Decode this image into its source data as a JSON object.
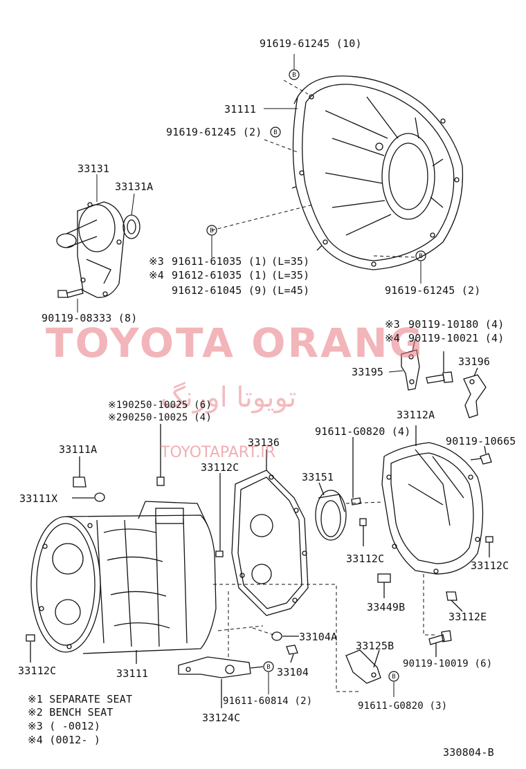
{
  "watermark": {
    "main": "TOYOTA ORANG",
    "persian": "تویوتا اورنگ",
    "url": "TOYOTAPART.IR"
  },
  "labels": {
    "p91619_61245_10": "91619-61245 (10)",
    "p31111": "31111",
    "p91619_61245_2a": "91619-61245 (2)",
    "pB": "B",
    "p33131": "33131",
    "p33131A": "33131A",
    "n3a": "※3",
    "n4a": "※4",
    "p91611_61035": "91611-61035 (1)",
    "p91612_61035": "91612-61035 (1)",
    "p91612_61045": "91612-61045 (9)",
    "l35a": "(L=35)",
    "l35b": "(L=35)",
    "l45": "(L=45)",
    "p91619_61245_2b": "91619-61245 (2)",
    "p90119_08333": "90119-08333 (8)",
    "n3b": "※3",
    "n4b": "※4",
    "p90119_10180": "90119-10180 (4)",
    "p90119_10021": "90119-10021 (4)",
    "p33195": "33195",
    "p33196": "33196",
    "p90250_1": "※190250-10025 (6)",
    "p90250_2": "※290250-10025 (4)",
    "p33112A": "33112A",
    "p91611_G0820_4": "91611-G0820 (4)",
    "p90119_10665": "90119-10665",
    "p33111A": "33111A",
    "p33136": "33136",
    "p33112C_a": "33112C",
    "p33151": "33151",
    "p33111X": "33111X",
    "p33112C_b": "33112C",
    "p33112C_c": "33112C",
    "p33449B": "33449B",
    "p33112E": "33112E",
    "p33104A": "33104A",
    "p33125B": "33125B",
    "p33112C_d": "33112C",
    "p33111": "33111",
    "p33104": "33104",
    "p90119_10019": "90119-10019 (6)",
    "p91611_60814": "91611-60814 (2)",
    "p91611_G0820_3": "91611-G0820 (3)",
    "p33124C": "33124C",
    "note1": "※1 SEPARATE SEAT",
    "note2": "※2 BENCH SEAT",
    "note3": "※3 (    -0012)",
    "note4": "※4 (0012-     )",
    "diagram_id": "330804-B"
  }
}
